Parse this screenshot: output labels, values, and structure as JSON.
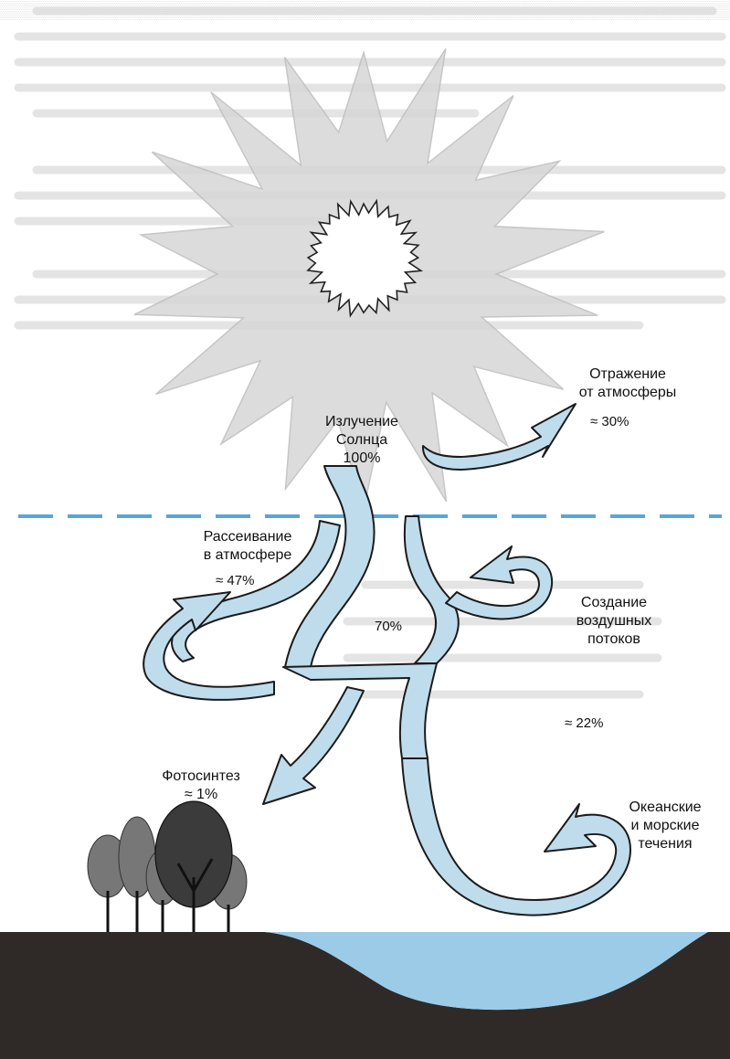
{
  "diagram": {
    "sun": {
      "label_line1": "Излучение",
      "label_line2": "Солнца",
      "value": "100%"
    },
    "reflection": {
      "label_line1": "Отражение",
      "label_line2": "от атмосферы",
      "value": "≈ 30%"
    },
    "scattering": {
      "label_line1": "Рассеивание",
      "label_line2": "в атмосфере",
      "value": "≈ 47%"
    },
    "absorbed": {
      "value": "70%"
    },
    "air_flows": {
      "label_line1": "Создание",
      "label_line2": "воздушных",
      "label_line3": "потоков",
      "value": "≈ 22%"
    },
    "photosynthesis": {
      "label": "Фотосинтез",
      "value": "≈ 1%"
    },
    "ocean": {
      "label_line1": "Океанские",
      "label_line2": "и морские",
      "label_line3": "течения"
    }
  },
  "colors": {
    "arrow_fill": "#bfdcec",
    "arrow_stroke": "#1b1b1b",
    "ground": "#2f2a27",
    "water": "#9ccbe8",
    "sun_halo": "#c4c4c4",
    "dashed_line": "#5aa5d8"
  }
}
